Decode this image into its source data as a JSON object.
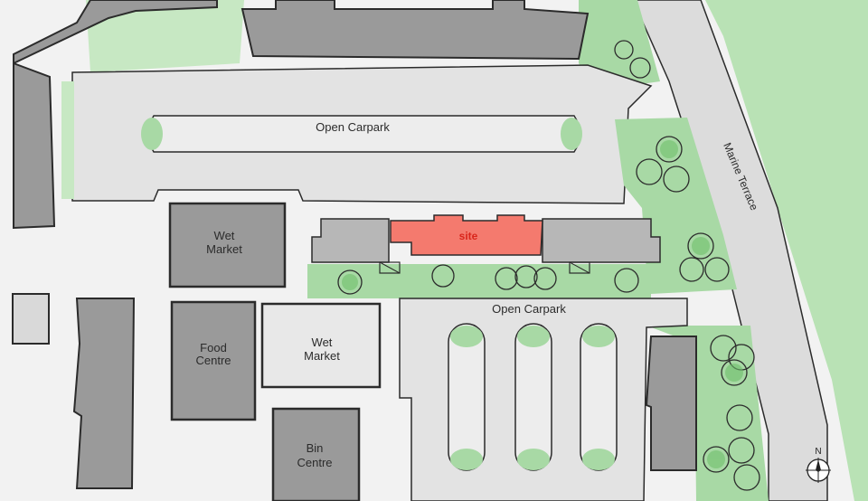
{
  "map": {
    "labels": {
      "carpark_north": "Open Carpark",
      "carpark_south": "Open Carpark",
      "road": "Marine Terrace",
      "site": "site",
      "wet_market_1_line1": "Wet",
      "wet_market_1_line2": "Market",
      "wet_market_2_line1": "Wet",
      "wet_market_2_line2": "Market",
      "food_centre_line1": "Food",
      "food_centre_line2": "Centre",
      "bin_centre_line1": "Bin",
      "bin_centre_line2": "Centre",
      "north": "N"
    },
    "icons": [
      "north-arrow-icon",
      "tree-icon"
    ],
    "colors": {
      "grass": "#a8d9a5",
      "grass_light": "#cfead0",
      "paved": "#e6e6e6",
      "building": "#9a9a9a",
      "building_light": "#c9c9c9",
      "site": "#f47a6e",
      "outline": "#2b2b2b"
    }
  }
}
